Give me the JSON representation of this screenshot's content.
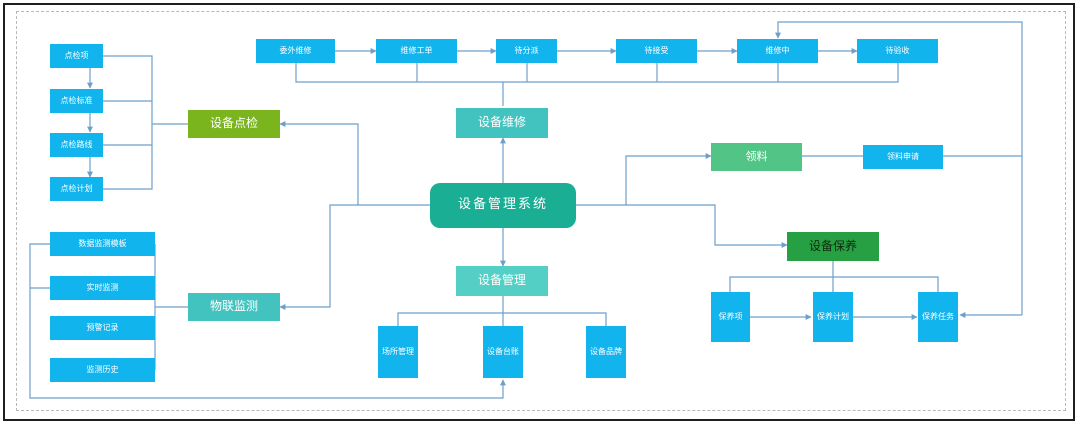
{
  "center": "设备管理系统",
  "branches": {
    "inspection": {
      "label": "设备点检",
      "items": [
        "点检项",
        "点检标准",
        "点检路线",
        "点检计划"
      ]
    },
    "monitoring": {
      "label": "物联监测",
      "items": [
        "数据监测模板",
        "实时监测",
        "预警记录",
        "监测历史"
      ]
    },
    "repair": {
      "label": "设备维修",
      "flow": [
        "委外维修",
        "维修工单",
        "待分派",
        "待接受",
        "维修中",
        "待验收"
      ]
    },
    "management": {
      "label": "设备管理",
      "items": [
        "场所管理",
        "设备台账",
        "设备品牌"
      ]
    },
    "maintenance": {
      "label": "设备保养",
      "items": [
        "保养项",
        "保养计划",
        "保养任务"
      ]
    },
    "materials": {
      "label": "领料",
      "request": "领料申请"
    }
  },
  "colors": {
    "small_box": "#12b4ee",
    "inspection": "#7ab51d",
    "repair": "#43c3bf",
    "management": "#53cfc5",
    "monitoring": "#43c3bf",
    "center": "#1aae94",
    "materials": "#52c586",
    "maintenance": "#27a043",
    "connector": "#6d9fcc"
  }
}
